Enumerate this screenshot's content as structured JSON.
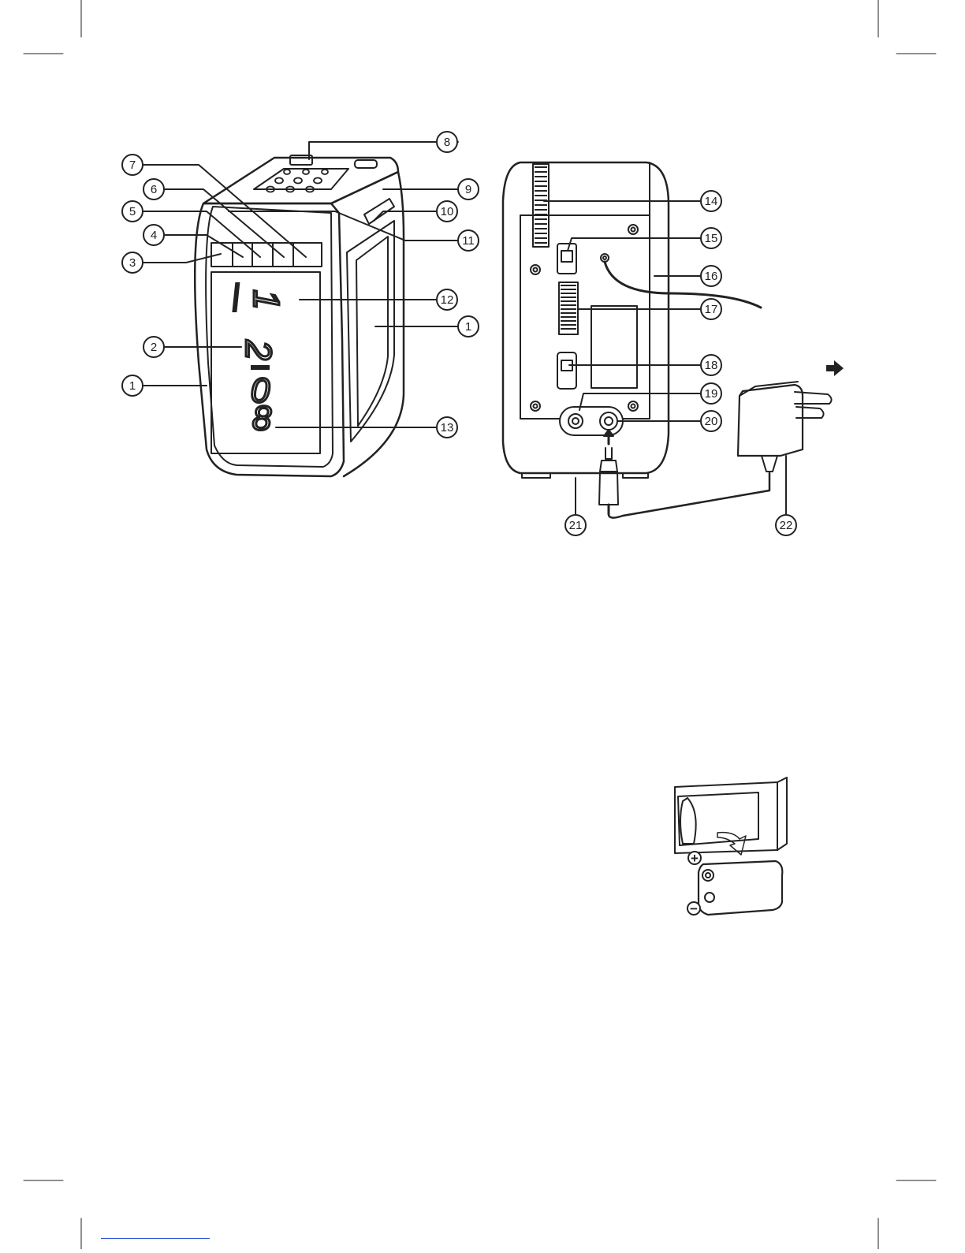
{
  "colors": {
    "ink": "#222222",
    "page": "#ffffff",
    "footer_rule": "#2a4fd6"
  },
  "callouts": {
    "c1a": "1",
    "c1b": "1",
    "c2": "2",
    "c3": "3",
    "c4": "4",
    "c5": "5",
    "c6": "6",
    "c7": "7",
    "c8": "8",
    "c9": "9",
    "c10": "10",
    "c11": "11",
    "c12": "12",
    "c13": "13",
    "c14": "14",
    "c15": "15",
    "c16": "16",
    "c17": "17",
    "c18": "18",
    "c19": "19",
    "c20": "20",
    "c21": "21",
    "c22": "22"
  },
  "display_digits": {
    "d1": "1",
    "d2": "2",
    "d3": "0",
    "d4": "8"
  },
  "battery_polarity": {
    "plus": "+",
    "minus": "−"
  },
  "icons": [
    "arrow-right-icon",
    "plug-adapter-icon",
    "battery-icon"
  ]
}
